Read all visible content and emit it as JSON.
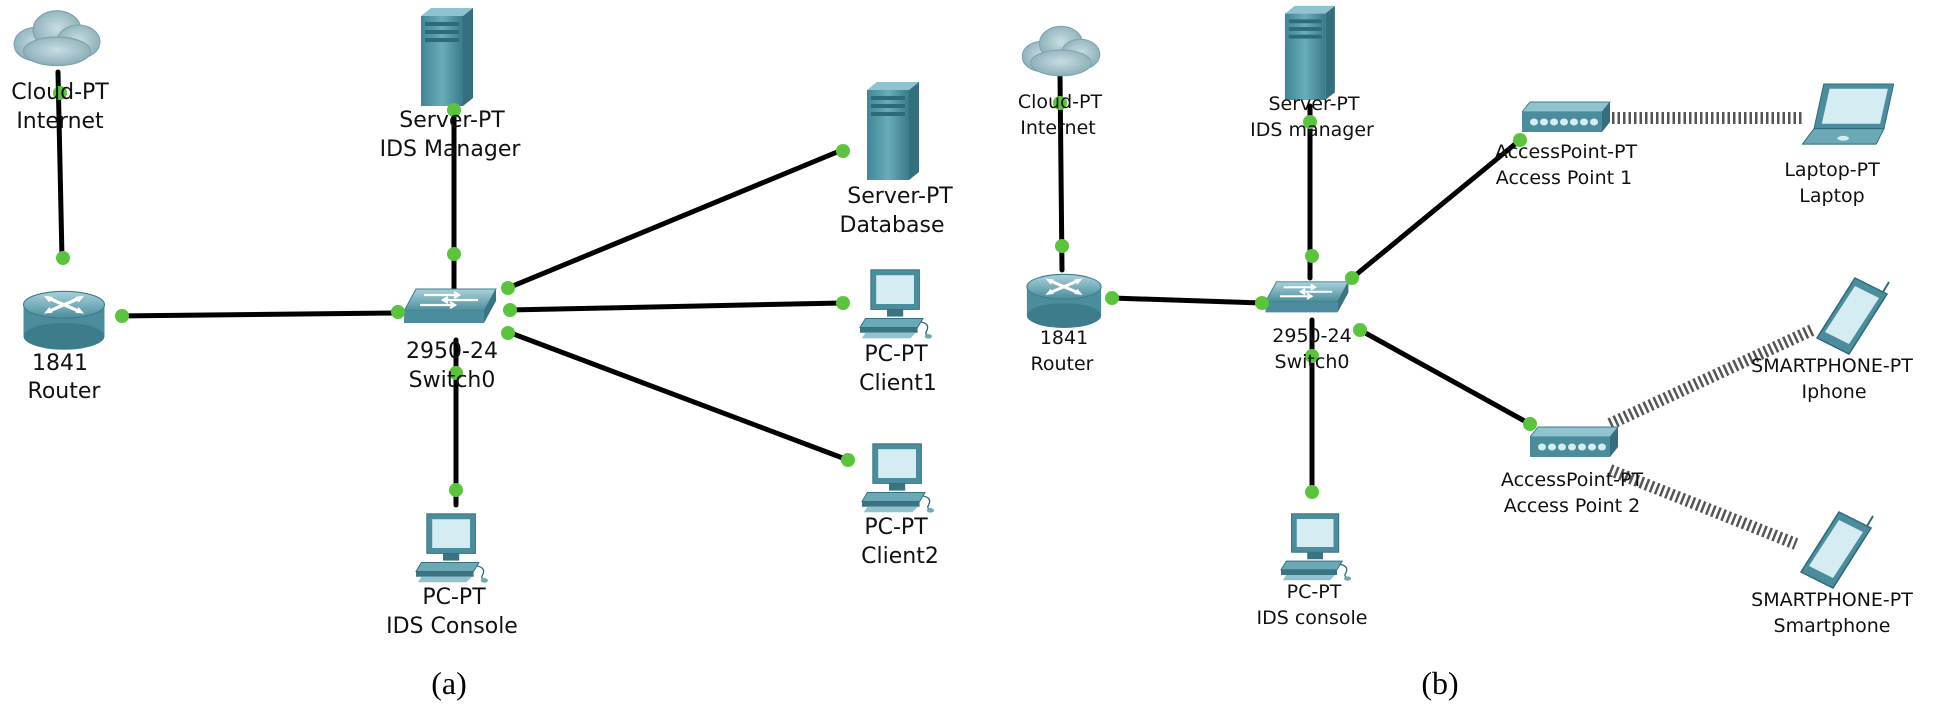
{
  "diagrams": {
    "a": {
      "caption": "(a)",
      "nodes": {
        "cloud": {
          "type": "Cloud-PT",
          "name": "Internet"
        },
        "router": {
          "type": "1841",
          "name": "Router"
        },
        "switch": {
          "type": "2950-24",
          "name": "Switch0"
        },
        "ids_mgr": {
          "type": "Server-PT",
          "name": "IDS Manager"
        },
        "db": {
          "type": "Server-PT",
          "name": "Database"
        },
        "client1": {
          "type": "PC-PT",
          "name": "Client1"
        },
        "client2": {
          "type": "PC-PT",
          "name": "Client2"
        },
        "console": {
          "type": "PC-PT",
          "name": "IDS Console"
        }
      }
    },
    "b": {
      "caption": "(b)",
      "nodes": {
        "cloud": {
          "type": "Cloud-PT",
          "name": "Internet"
        },
        "router": {
          "type": "1841",
          "name": "Router"
        },
        "switch": {
          "type": "2950-24",
          "name": "Switch0"
        },
        "ids_mgr": {
          "type": "Server-PT",
          "name": "IDS manager"
        },
        "ap1": {
          "type": "AccessPoint-PT",
          "name": "Access Point 1"
        },
        "ap2": {
          "type": "AccessPoint-PT",
          "name": "Access Point 2"
        },
        "laptop": {
          "type": "Laptop-PT",
          "name": "Laptop"
        },
        "iphone": {
          "type": "SMARTPHONE-PT",
          "name": "Iphone"
        },
        "phone": {
          "type": "SMARTPHONE-PT",
          "name": "Smartphone"
        },
        "console": {
          "type": "PC-PT",
          "name": "IDS console"
        }
      }
    }
  }
}
